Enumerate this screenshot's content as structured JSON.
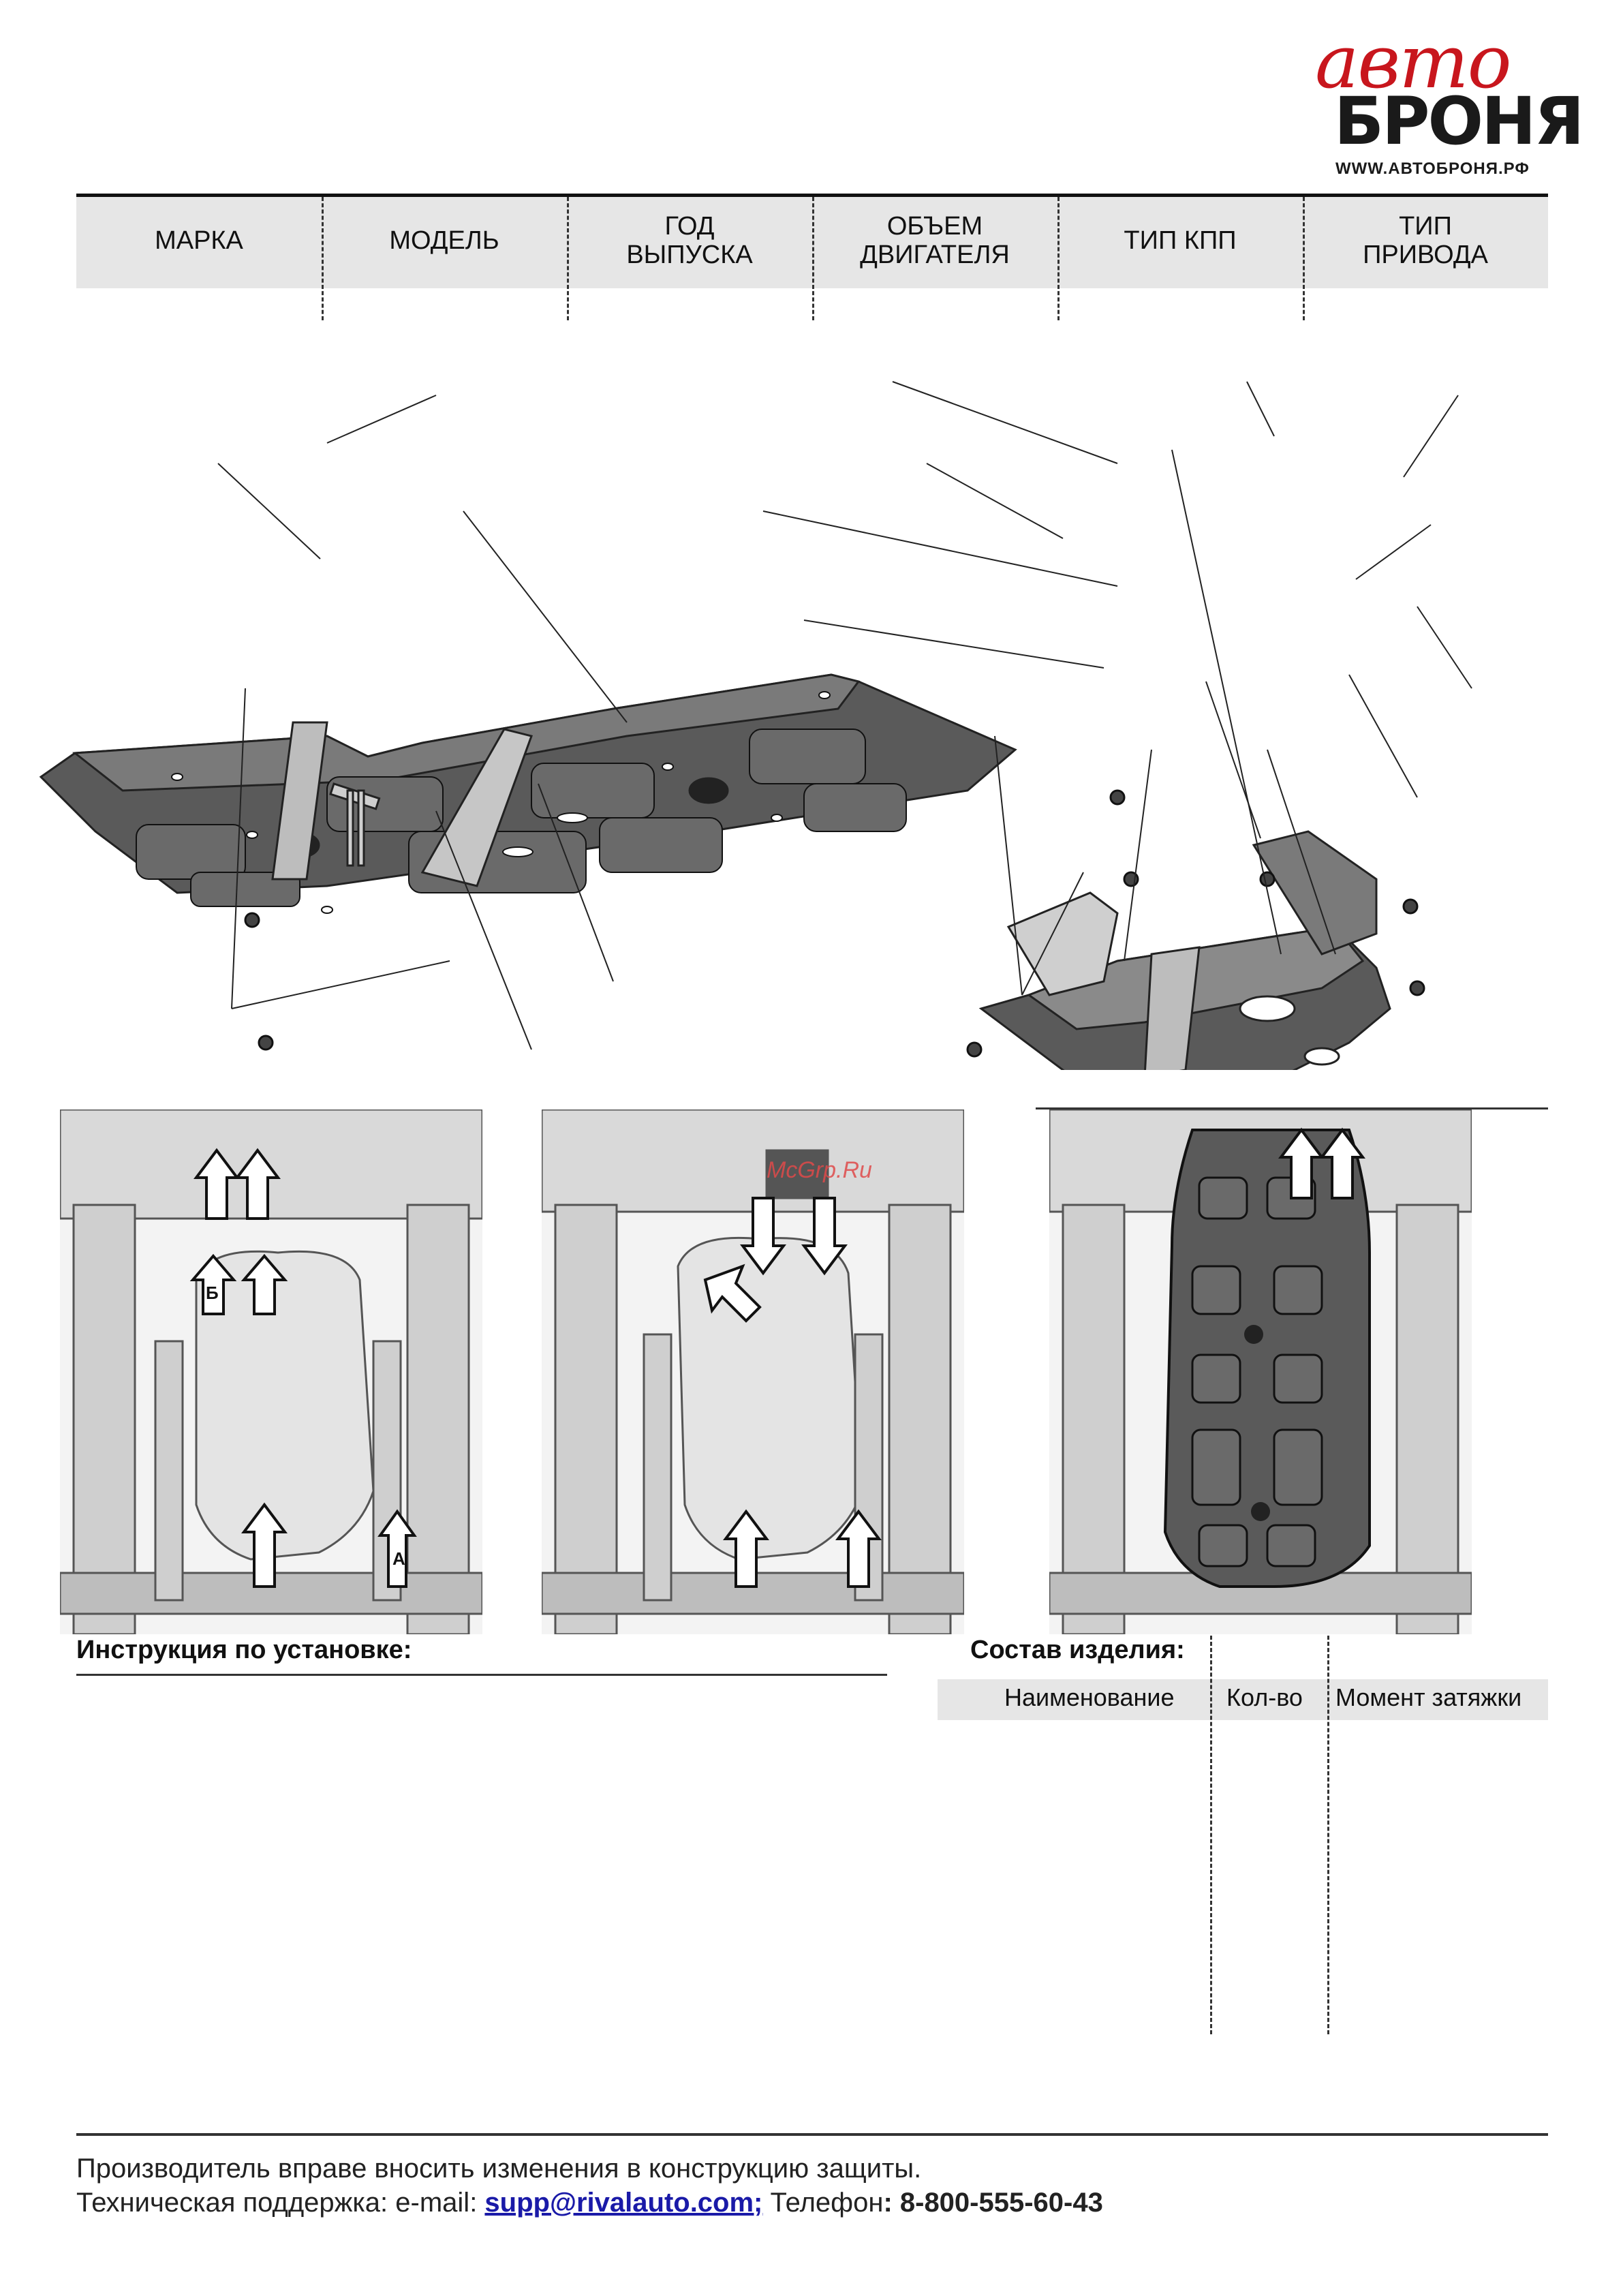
{
  "logo": {
    "script": "авто",
    "main": "БРОНЯ",
    "site": "WWW.АВТОБРОНЯ.РФ"
  },
  "spec_table": {
    "columns": [
      "МАРКА",
      "МОДЕЛЬ",
      "ГОД\nВЫПУСКА",
      "ОБЪЕМ\nДВИГАТЕЛЯ",
      "ТИП КПП",
      "ТИП\nПРИВОДА"
    ]
  },
  "photos": {
    "watermark": "McGrp.Ru",
    "label_b": "Б",
    "label_a": "А"
  },
  "install": {
    "heading": "Инструкция по установке:"
  },
  "composition": {
    "heading": "Состав изделия:",
    "col_name": "Наименование",
    "col_qty": "Кол-во",
    "col_torque": "Момент затяжки"
  },
  "footer": {
    "line1": "Производитель вправе вносить изменения в конструкцию защиты.",
    "support_label": "Техническая поддержка:  e-mail: ",
    "support_email": "supp@rivalauto.com;",
    "phone_label": " Телефон",
    "phone_value": ": 8-800-555-60-43"
  },
  "colors": {
    "brand_red": "#c8161d",
    "link_blue": "#1a1aa8",
    "band_gray": "#e6e6e6"
  }
}
